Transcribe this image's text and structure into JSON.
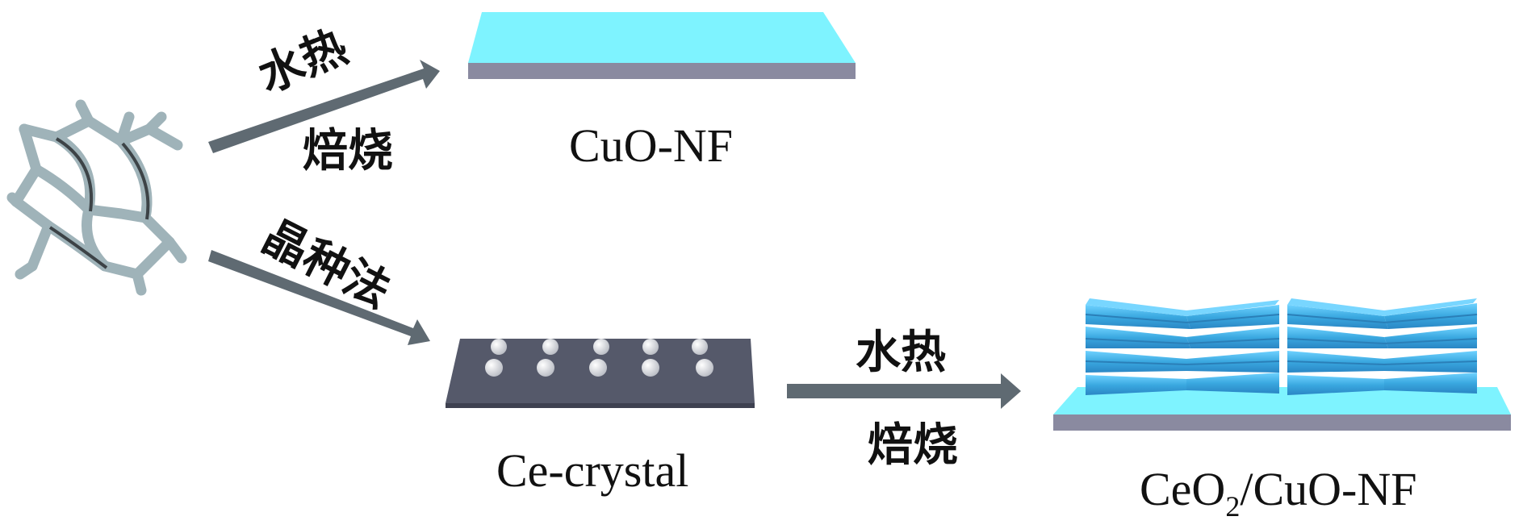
{
  "labels": {
    "top_step1": "水热",
    "top_step2": "焙烧",
    "top_product": "CuO-NF",
    "seed_method": "晶种法",
    "seed_product": "Ce-crystal",
    "bottom_step1": "水热",
    "bottom_step2": "焙烧",
    "final_main": "CeO",
    "final_sub": "2",
    "final_rest": "/CuO-NF"
  },
  "colors": {
    "plate_top": "#7ef3ff",
    "plate_side": "#8a8aa0",
    "seed_plate": "#55596a",
    "arrow": "#5f6a72",
    "foam": "#a9bcc2",
    "rods": "#3ab0e8"
  }
}
